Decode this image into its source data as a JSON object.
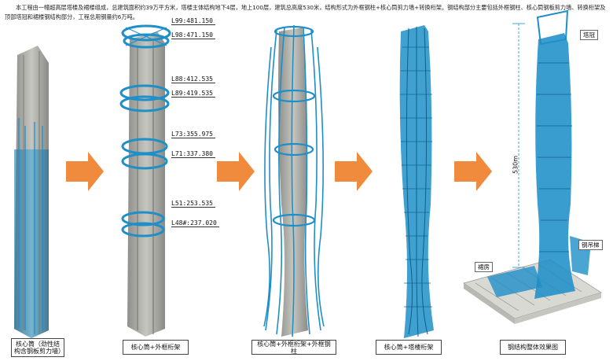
{
  "intro": "本工程由一幢超高层塔楼及裙楼组成，总建筑面积约39万平方米，塔楼主体结构地下4层，地上100层，建筑总高度530米，结构形式为外框钢柱+核心筒剪力墙+转换桁架。钢结构部分主要包括外框钢柱、核心筒钢板剪力墙、转换桁架及顶部塔冠和裙楼钢结构部分，工程总用钢量约6万吨。",
  "stages": [
    {
      "caption": "核心筒（劲性结构含钢板剪力墙）"
    },
    {
      "caption": "核心筒+外框桁架"
    },
    {
      "caption": "核心筒+外框桁架+外框钢柱"
    },
    {
      "caption": "核心筒+塔楼桁架"
    },
    {
      "caption": "钢结构整体效果图"
    }
  ],
  "levels": [
    {
      "label": "L99:481.150"
    },
    {
      "label": "L98:471.150"
    },
    {
      "label": "L88:412.535"
    },
    {
      "label": "L89:419.535"
    },
    {
      "label": "L73:355.975"
    },
    {
      "label": "L71:337.380"
    },
    {
      "label": "L51:253.535"
    },
    {
      "label": "L48#:237.020"
    }
  ],
  "tags": {
    "crown": "塔冠",
    "podium": "裙房",
    "platform": "钢吊梯"
  },
  "height": "530m",
  "colors": {
    "steel": "#1f8fc8",
    "concrete": "#a9a9a4",
    "arrow": "#f08a3c"
  }
}
